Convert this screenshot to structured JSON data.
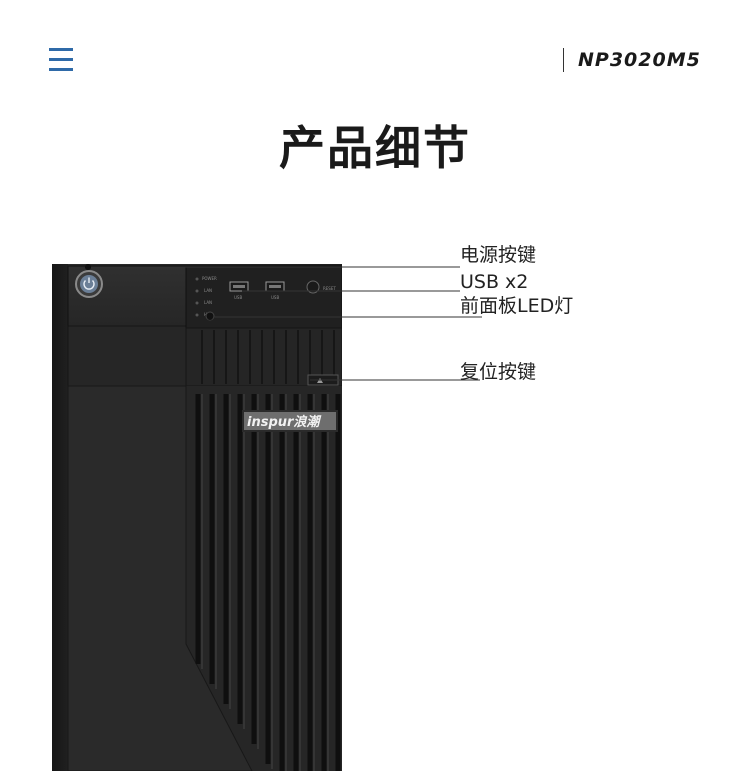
{
  "header": {
    "menu_icon": "hamburger-menu-icon",
    "model_name": "NP3020M5",
    "accent_color": "#2f6aa8"
  },
  "page": {
    "title": "产品细节"
  },
  "annotations": [
    {
      "label": "电源按键"
    },
    {
      "label": "USB x2"
    },
    {
      "label": "前面板LED灯"
    },
    {
      "label": "复位按键"
    }
  ],
  "server": {
    "brand_logo": "inspur浪潮",
    "front_panel": {
      "led_labels": [
        "POWER",
        "LAN",
        "LAN",
        "HDD"
      ],
      "usb_labels": [
        "USB",
        "USB"
      ],
      "reset_label": "RESET"
    }
  }
}
